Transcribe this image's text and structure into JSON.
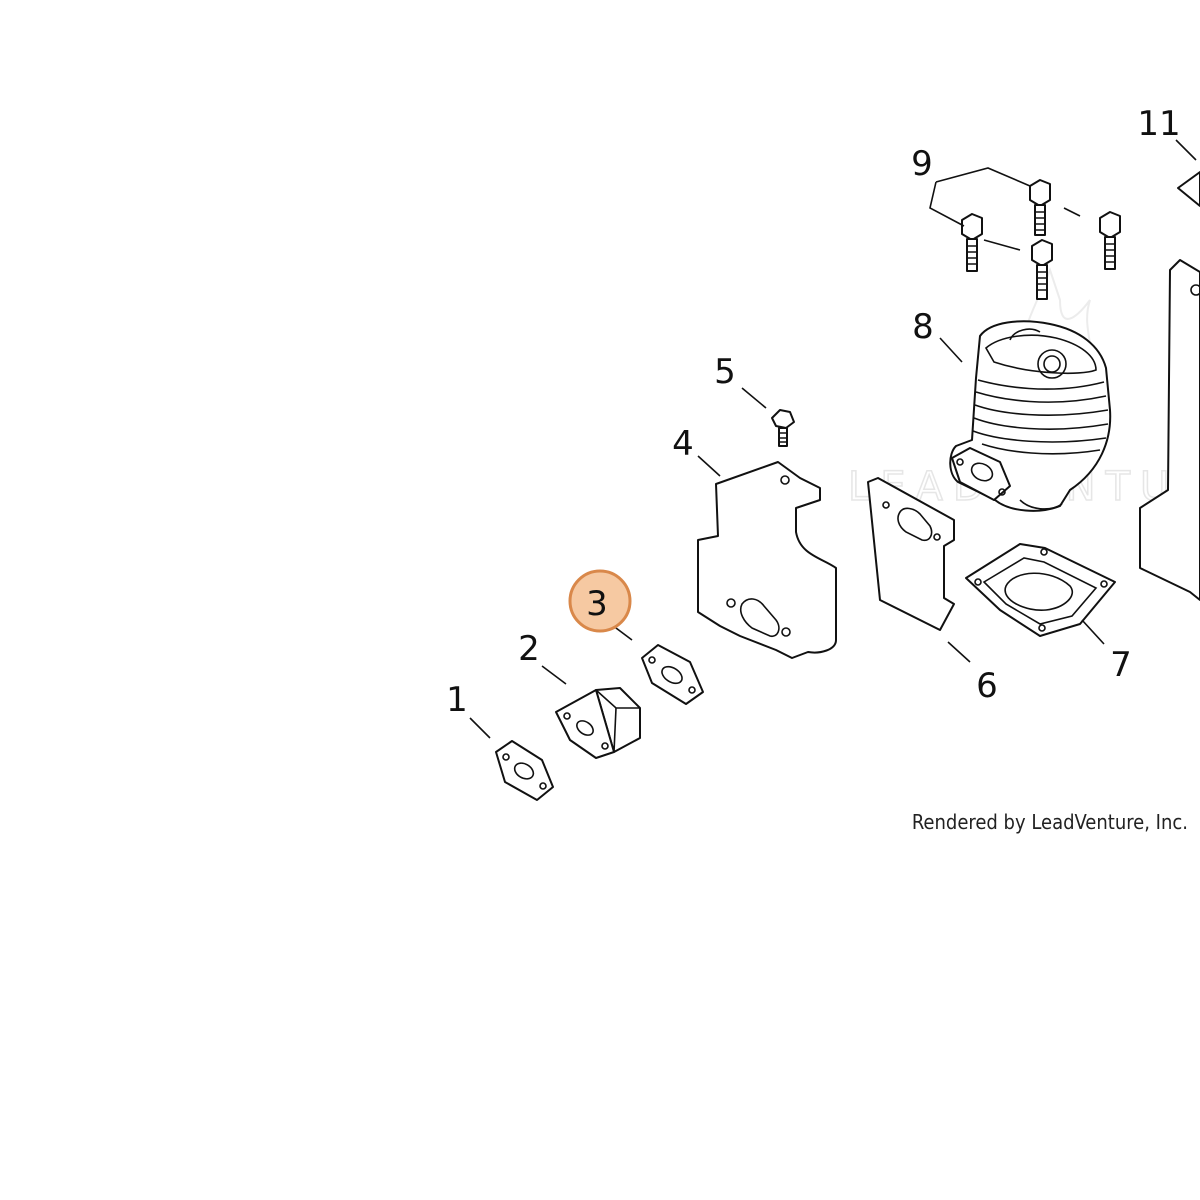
{
  "callouts": [
    {
      "num": "1",
      "highlighted": false
    },
    {
      "num": "2",
      "highlighted": false
    },
    {
      "num": "3",
      "highlighted": true
    },
    {
      "num": "4",
      "highlighted": false
    },
    {
      "num": "5",
      "highlighted": false
    },
    {
      "num": "6",
      "highlighted": false
    },
    {
      "num": "7",
      "highlighted": false
    },
    {
      "num": "8",
      "highlighted": false
    },
    {
      "num": "9",
      "highlighted": false
    },
    {
      "num": "11",
      "highlighted": false
    }
  ],
  "watermark": "LEADVENTURE",
  "credit": "Rendered by LeadVenture, Inc.",
  "colors": {
    "highlight_fill": "#f6c9a2",
    "highlight_stroke": "#d9884a",
    "line": "#111111",
    "watermark": "#e6e6e6"
  }
}
